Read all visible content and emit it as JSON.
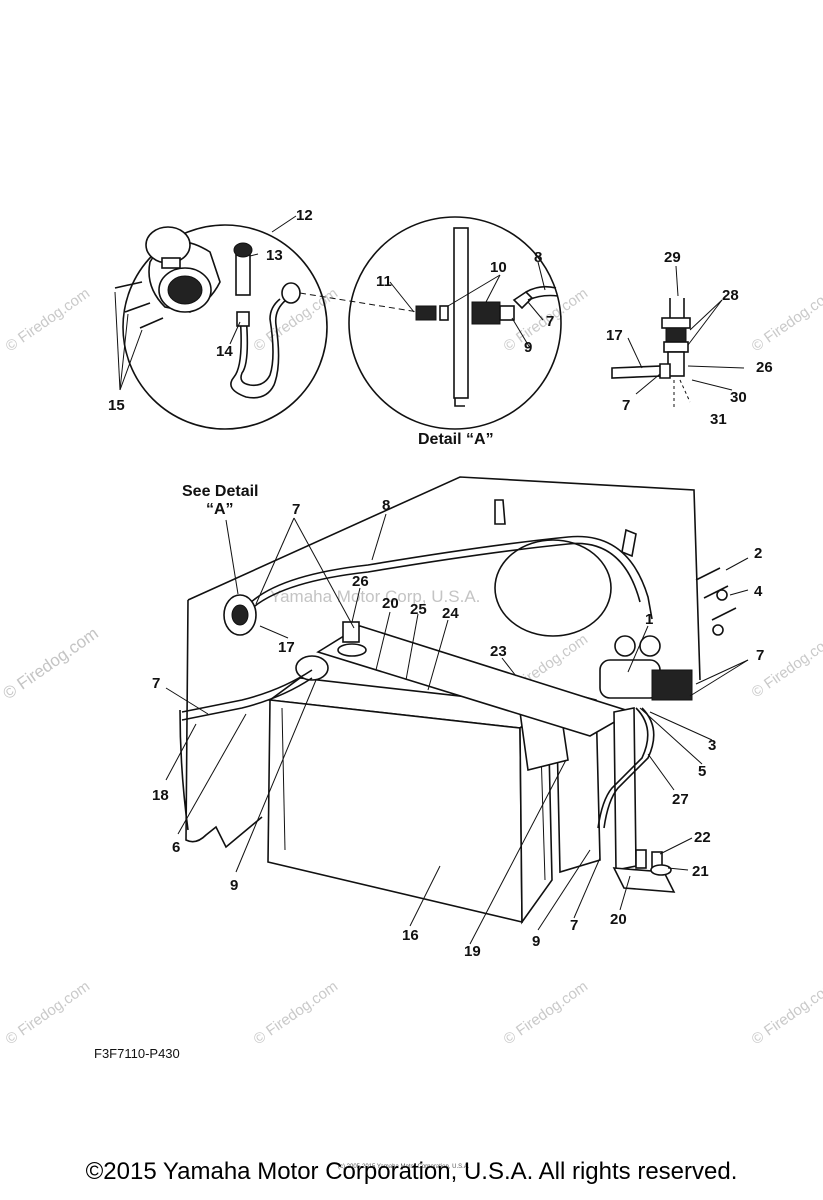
{
  "diagram": {
    "detail_a_caption": "Detail “A”",
    "see_detail": [
      "See Detail",
      "“A”"
    ],
    "part_code": "F3F7110-P430",
    "tiny_copyright": "(c) 2005-2015 Yamaha Motor Corporation, U.S.A.",
    "watermark_center": "Yamaha Motor Corp, U.S.A.",
    "watermark": "© Firedog.com",
    "callouts": {
      "c12": "12",
      "c13": "13",
      "c14": "14",
      "c15": "15",
      "c11": "11",
      "c10": "10",
      "c8a": "8",
      "c7a": "7",
      "c9a": "9",
      "c29": "29",
      "c28": "28",
      "c17a": "17",
      "c26a": "26",
      "c30": "30",
      "c7b": "7",
      "c31": "31",
      "c7c": "7",
      "c8b": "8",
      "c26b": "26",
      "c20a": "20",
      "c25": "25",
      "c24": "24",
      "c17b": "17",
      "c23": "23",
      "c1": "1",
      "c2": "2",
      "c4": "4",
      "c7d": "7",
      "c7e": "7",
      "c18": "18",
      "c6": "6",
      "c9b": "9",
      "c3": "3",
      "c5": "5",
      "c27": "27",
      "c22": "22",
      "c21": "21",
      "c16": "16",
      "c19": "19",
      "c9c": "9",
      "c7f": "7",
      "c20b": "20"
    }
  },
  "footer": {
    "copyright": "©2015 Yamaha Motor Corporation, U.S.A. All rights reserved."
  }
}
